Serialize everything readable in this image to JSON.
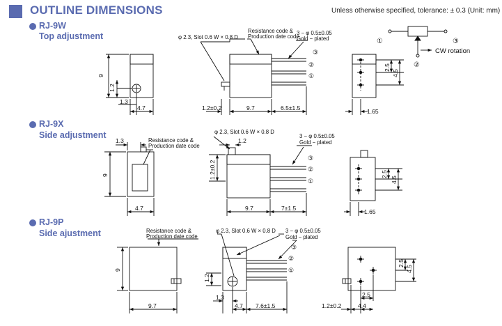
{
  "header": {
    "title": "OUTLINE DIMENSIONS",
    "tolerance_note": "Unless otherwise specified, tolerance: ± 0.3 (Unit: mm)"
  },
  "circuit": {
    "pin1": "①",
    "pin2": "②",
    "pin3": "③",
    "rotation_label": "CW rotation"
  },
  "models": [
    {
      "name": "RJ-9W",
      "subtitle": "Top adjustment",
      "dims": {
        "height": "9",
        "knob_offset": "1.2",
        "knob_margin": "1.3",
        "depth": "4.7",
        "slot": "φ 2.3, Slot  0.6 W × 0.8 D",
        "marking": "Resistance code &",
        "marking2": "Production date code",
        "pins": "3 − φ 0.5±0.05",
        "pins2": "Gold − plated",
        "offset": "1.2±0.2",
        "width": "9.7",
        "pin_length": "6.5±1.5",
        "pitch": "2.5",
        "span": "4.5",
        "standoff": "1.65"
      }
    },
    {
      "name": "RJ-9X",
      "subtitle": "Side adjustment",
      "dims": {
        "knob_margin": "1.3",
        "marking": "Resistance code &",
        "marking2": "Production date code",
        "height": "9",
        "depth": "4.7",
        "slot": "φ 2.3, Slot  0.6 W × 0.8 D",
        "knob_offset": "1.2",
        "offset": "1.2±0.2",
        "pins": "3 − φ 0.5±0.05",
        "pins2": "Gold − plated",
        "width": "9.7",
        "pin_length": "7±1.5",
        "pitch": "2.5",
        "span": "4.5",
        "standoff": "1.65"
      }
    },
    {
      "name": "RJ-9P",
      "subtitle": "Side ajustment",
      "dims": {
        "marking": "Resistance code &",
        "marking2": "Production date code",
        "height": "9",
        "width": "9.7",
        "slot": "φ 2.3, Slot  0.6 W × 0.8 D",
        "pins": "3 − φ 0.5±0.05",
        "pins2": "Gold − plated",
        "knob_offset": "1.2",
        "knob_margin": "1.3",
        "depth": "4.7",
        "pin_length": "7.6±1.5",
        "pitch": "2.5",
        "span": "4.5",
        "pitch_b": "2.5",
        "offset": "1.2±0.2",
        "standoff": "4.4"
      }
    }
  ]
}
